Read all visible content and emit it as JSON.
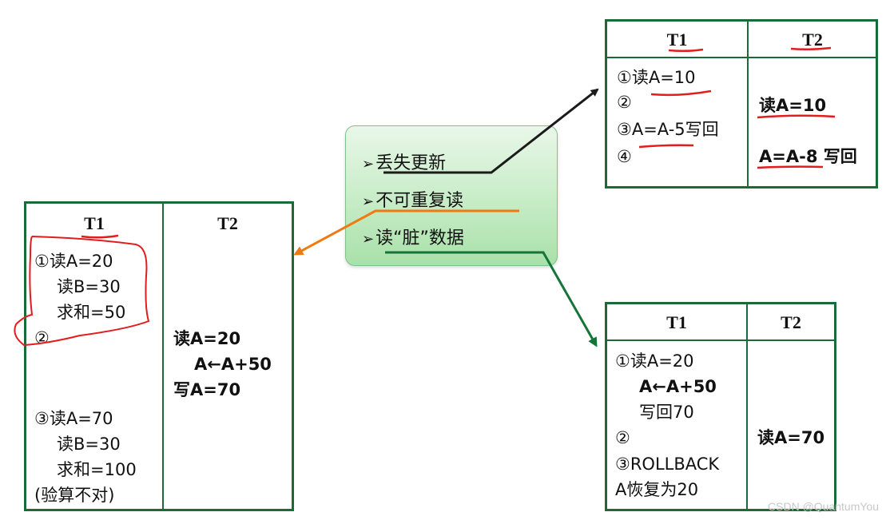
{
  "callout": {
    "items": [
      {
        "glyph": "➢",
        "label": "丢失更新"
      },
      {
        "glyph": "➢",
        "label": "不可重复读"
      },
      {
        "glyph": "➢",
        "label": "读“脏”数据"
      }
    ]
  },
  "left_table": {
    "col1_header": "T1",
    "col2_header": "T2",
    "t1_lines": [
      "①读A=20",
      "读B=30",
      "求和=50",
      "②",
      "③读A=70",
      "读B=30",
      "求和=100",
      "(验算不对)"
    ],
    "t2_lines": [
      "读A=20",
      "A←A+50",
      "写A=70"
    ]
  },
  "top_right_table": {
    "col1_header": "T1",
    "col2_header": "T2",
    "t1_lines": [
      "①读A=10",
      "②",
      "③A=A-5写回",
      "④"
    ],
    "t2_lines": [
      "读A=10",
      "A=A-8 写回"
    ]
  },
  "bottom_right_table": {
    "col1_header": "T1",
    "col2_header": "T2",
    "t1_lines": [
      "①读A=20",
      "A←A+50",
      "写回70",
      "②",
      "③ROLLBACK",
      "A恢复为20"
    ],
    "t2_lines": [
      "读A=70"
    ]
  },
  "watermark": "CSDN @QuantumYou",
  "colors": {
    "table_border": "#1a6b36",
    "arrow_black": "#1b1b1b",
    "arrow_orange": "#f07a12",
    "arrow_green": "#15743a",
    "annotation_red": "#e11d1d"
  }
}
